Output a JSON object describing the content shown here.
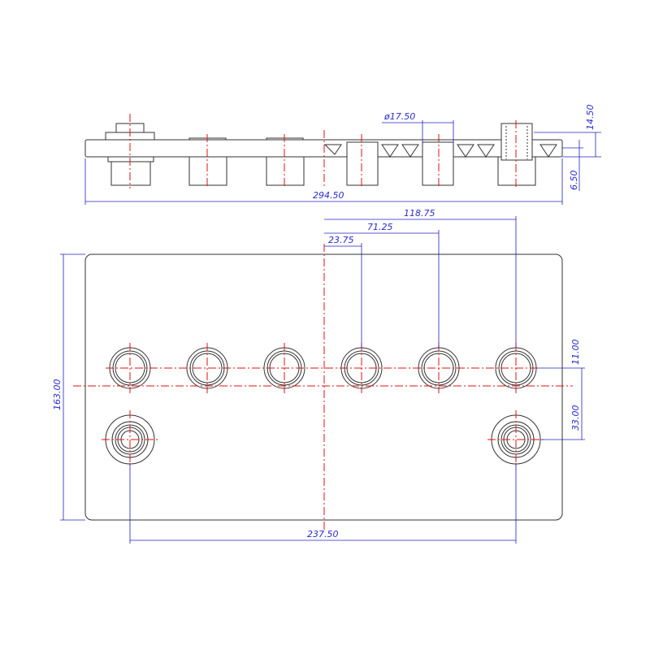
{
  "title": "Battery terminal cover plate - side and top view",
  "dimensions": {
    "overall_length": "294.50",
    "hole_diameter": "ø17.50",
    "terminal_height": "14.50",
    "plate_thickness": "6.50",
    "offset_far": "118.75",
    "offset_mid": "71.25",
    "offset_near": "23.75",
    "plate_width": "163.00",
    "terminal_spacing": "237.50",
    "hole_row_offset": "11.00",
    "terminal_row_offset": "33.00"
  },
  "colors": {
    "outline": "#333333",
    "centerline": "#e01010",
    "dimension": "#2a2ad0"
  }
}
